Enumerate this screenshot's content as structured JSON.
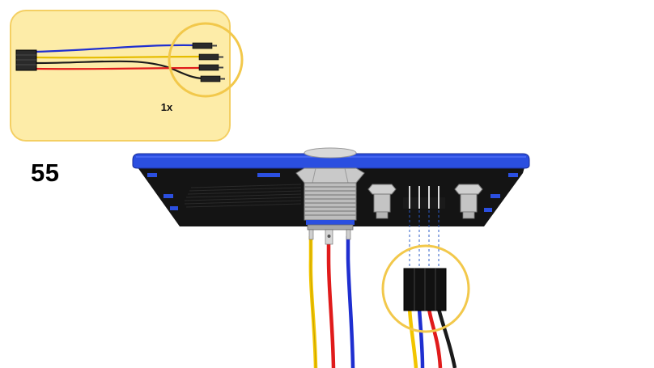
{
  "step_number": "55",
  "parts": {
    "quantity": "1x",
    "background": "#fdeca8",
    "border": "#f4cf63"
  },
  "colors": {
    "wire_yellow": "#f2c500",
    "wire_red": "#e01b1b",
    "wire_blue": "#1f2fd0",
    "wire_black": "#1a1a1a",
    "plate_blue": "#2b4fe0",
    "highlight_circle": "#f7d86a",
    "guide_line": "#2c5cc7"
  },
  "icons": {
    "cable": "dupont-4-pin-cable",
    "button": "metal-push-button",
    "connector": "4-pin-female-header"
  }
}
